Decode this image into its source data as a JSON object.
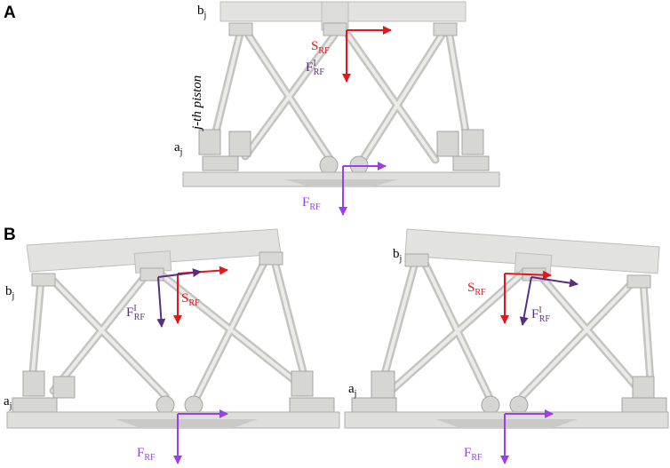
{
  "panels": {
    "a": "A",
    "b": "B"
  },
  "labels": {
    "b_main": "b",
    "b_sub": "j",
    "a_main": "a",
    "a_sub": "j",
    "S_main": "S",
    "S_sub": "RF",
    "FI_main": "F",
    "FI_sup": "I",
    "FI_sub": "RF",
    "F_main": "F",
    "F_sub": "RF",
    "piston": "j-th piston"
  },
  "colors": {
    "red": "#e8141b",
    "purple": "#9b3df0",
    "dark_purple": "#5b2d82",
    "part_light": "#e4e4e2",
    "part_stroke": "#b9b9b6"
  }
}
